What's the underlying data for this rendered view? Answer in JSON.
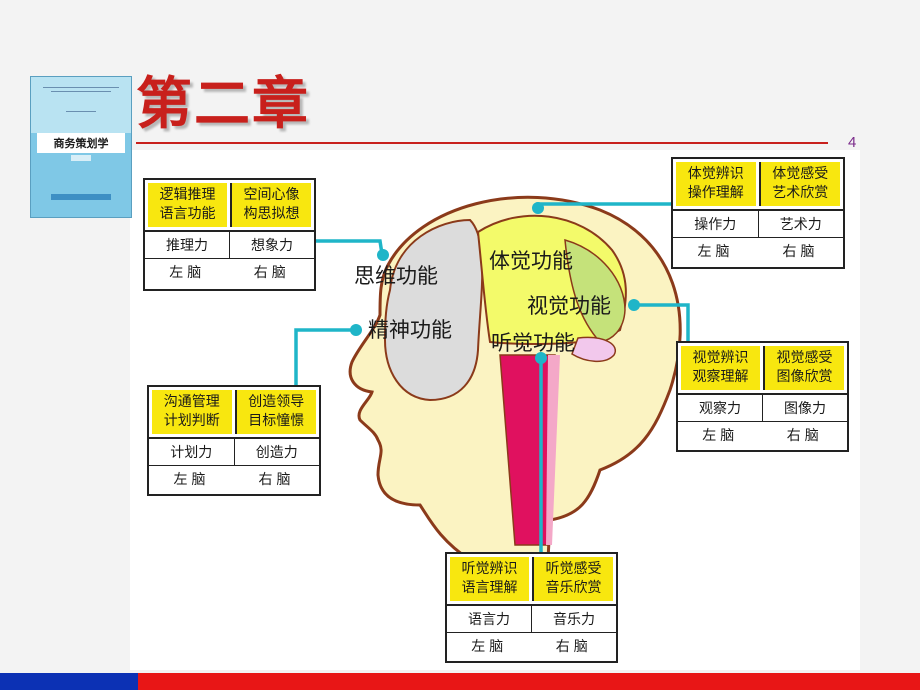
{
  "slide": {
    "chapter_title": "第二章",
    "page_number": "4"
  },
  "book_cover": {
    "title": "商务策划学"
  },
  "brain_functions": {
    "thinking": "思维功能",
    "spirit": "精神功能",
    "body_sense": "体觉功能",
    "vision": "视觉功能",
    "hearing": "听觉功能"
  },
  "boxes": {
    "thinking": {
      "left_top": [
        "逻辑推理",
        "语言功能"
      ],
      "right_top": [
        "空间心像",
        "构思拟想"
      ],
      "left_ability": "推理力",
      "right_ability": "想象力",
      "left_brain": "左脑",
      "right_brain": "右脑"
    },
    "spirit": {
      "left_top": [
        "沟通管理",
        "计划判断"
      ],
      "right_top": [
        "创造领导",
        "目标憧憬"
      ],
      "left_ability": "计划力",
      "right_ability": "创造力",
      "left_brain": "左脑",
      "right_brain": "右脑"
    },
    "body_sense": {
      "left_top": [
        "体觉辨识",
        "操作理解"
      ],
      "right_top": [
        "体觉感受",
        "艺术欣赏"
      ],
      "left_ability": "操作力",
      "right_ability": "艺术力",
      "left_brain": "左脑",
      "right_brain": "右脑"
    },
    "vision": {
      "left_top": [
        "视觉辨识",
        "观察理解"
      ],
      "right_top": [
        "视觉感受",
        "图像欣赏"
      ],
      "left_ability": "观察力",
      "right_ability": "图像力",
      "left_brain": "左脑",
      "right_brain": "右脑"
    },
    "hearing": {
      "left_top": [
        "听觉辨识",
        "语言理解"
      ],
      "right_top": [
        "听觉感受",
        "音乐欣赏"
      ],
      "left_ability": "语言力",
      "right_ability": "音乐力",
      "left_brain": "左脑",
      "right_brain": "右脑"
    }
  },
  "colors": {
    "title_red": "#c8201c",
    "connector_teal": "#1fb5c8",
    "cell_yellow": "#f8e70f",
    "head_skin": "#fbf3c2",
    "head_outline": "#8b3a1a",
    "footer_blue": "#0c31b4",
    "footer_red": "#e81616"
  }
}
